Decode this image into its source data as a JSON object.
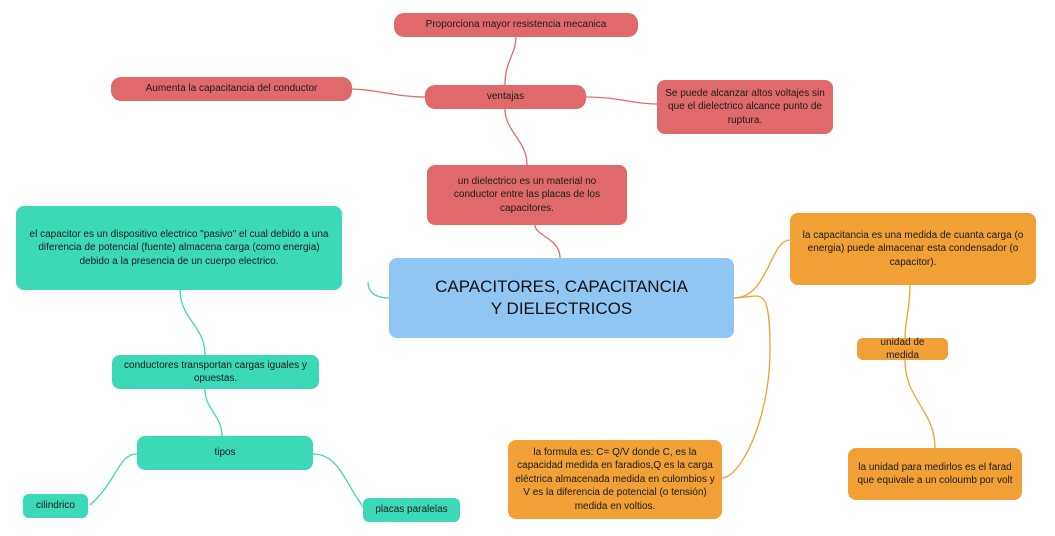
{
  "central": {
    "title": "CAPACITORES, CAPACITANCIA Y DIELECTRICOS"
  },
  "dielectric": {
    "definition": "un dielectrico es un material no conductor entre las placas de los capacitores.",
    "ventajas_label": "ventajas",
    "ventaja_1": "Proporciona mayor resistencia mecanica",
    "ventaja_2": "Aumenta la capacitancia del conductor",
    "ventaja_3": "Se puede alcanzar altos voltajes sin que el dielectrico alcance punto de ruptura."
  },
  "capacitor": {
    "definition": "el capacitor es un dispositivo electrico \"pasivo\" el cual debido a una diferencia de potencial (fuente) almacena carga (como energia) debido a la presencia de un cuerpo electrico.",
    "conductors": "conductores transportan cargas iguales y opuestas.",
    "tipos_label": "tipos",
    "tipo_1": "cilindrico",
    "tipo_2": "placas paralelas"
  },
  "capacitance": {
    "definition": "la capacitancia es una medida de cuanta carga (o energia) puede almacenar esta condensador (o capacitor).",
    "unit_label": "unidad de medida",
    "unit_value": "la unidad para medirlos es el farad que equivale a un coloumb por volt",
    "formula": "la formula es: C= Q/V donde C, es la capacidad medida en faradios,Q es la carga eléctrica almacenada medida en culombios y V es la diferencia de potencial (o tensión) medida en voltios."
  },
  "colors": {
    "red_branch": "#e06a6a",
    "teal_branch": "#3bd9b6",
    "orange_branch": "#f0a034",
    "central": "#8fc6f4"
  }
}
